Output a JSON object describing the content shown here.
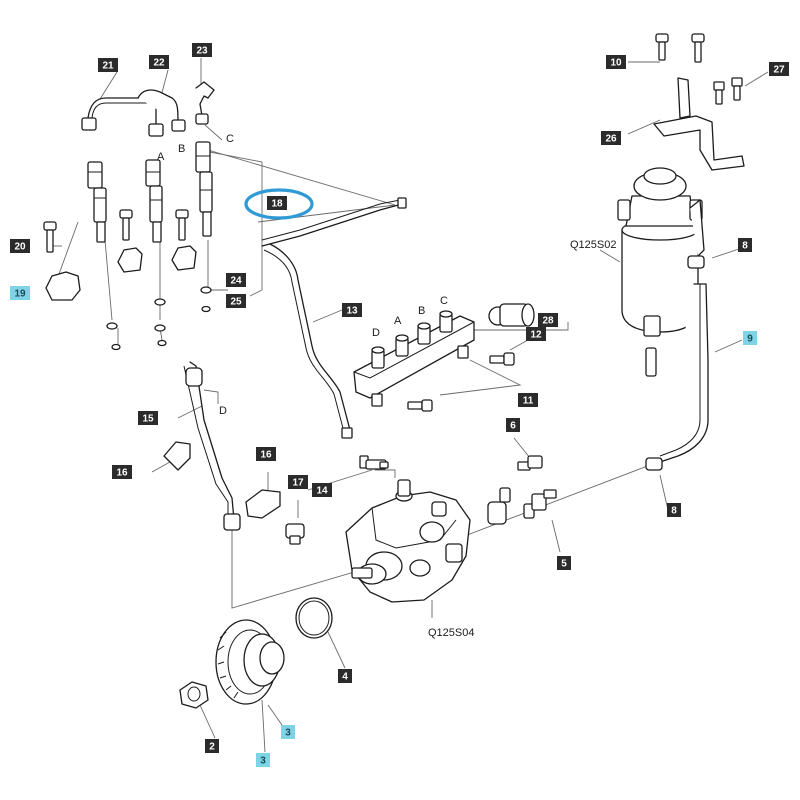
{
  "highlight_color": "#7fd3e6",
  "ring_color": "#2f9ad6",
  "callouts": [
    {
      "id": "c21",
      "label": "21",
      "highlight": false
    },
    {
      "id": "c22",
      "label": "22",
      "highlight": false
    },
    {
      "id": "c23",
      "label": "23",
      "highlight": false
    },
    {
      "id": "c18",
      "label": "18",
      "highlight": false
    },
    {
      "id": "c20",
      "label": "20",
      "highlight": false
    },
    {
      "id": "c19",
      "label": "19",
      "highlight": true
    },
    {
      "id": "c24",
      "label": "24",
      "highlight": false
    },
    {
      "id": "c25",
      "label": "25",
      "highlight": false
    },
    {
      "id": "c13",
      "label": "13",
      "highlight": false
    },
    {
      "id": "c15",
      "label": "15",
      "highlight": false
    },
    {
      "id": "c16a",
      "label": "16",
      "highlight": false
    },
    {
      "id": "c16b",
      "label": "16",
      "highlight": false
    },
    {
      "id": "c17",
      "label": "17",
      "highlight": false
    },
    {
      "id": "c14",
      "label": "14",
      "highlight": false
    },
    {
      "id": "c28",
      "label": "28",
      "highlight": false
    },
    {
      "id": "c12",
      "label": "12",
      "highlight": false
    },
    {
      "id": "c11",
      "label": "11",
      "highlight": false
    },
    {
      "id": "c6",
      "label": "6",
      "highlight": false
    },
    {
      "id": "c10",
      "label": "10",
      "highlight": false
    },
    {
      "id": "c27",
      "label": "27",
      "highlight": false
    },
    {
      "id": "c26",
      "label": "26",
      "highlight": false
    },
    {
      "id": "c8a",
      "label": "8",
      "highlight": false
    },
    {
      "id": "c9",
      "label": "9",
      "highlight": true
    },
    {
      "id": "c8b",
      "label": "8",
      "highlight": false
    },
    {
      "id": "c5",
      "label": "5",
      "highlight": false
    },
    {
      "id": "c4",
      "label": "4",
      "highlight": false
    },
    {
      "id": "c2",
      "label": "2",
      "highlight": false
    },
    {
      "id": "c3a",
      "label": "3",
      "highlight": true
    },
    {
      "id": "c3b",
      "label": "3",
      "highlight": true
    }
  ],
  "labels": {
    "filter_ref": "Q125S02",
    "pump_ref": "Q125S04"
  },
  "letters": {
    "injector_a": "A",
    "injector_b": "B",
    "injector_c": "C",
    "rail_d": "D",
    "rail_a": "A",
    "rail_b": "B",
    "rail_c": "C",
    "pipe_d": "D"
  }
}
